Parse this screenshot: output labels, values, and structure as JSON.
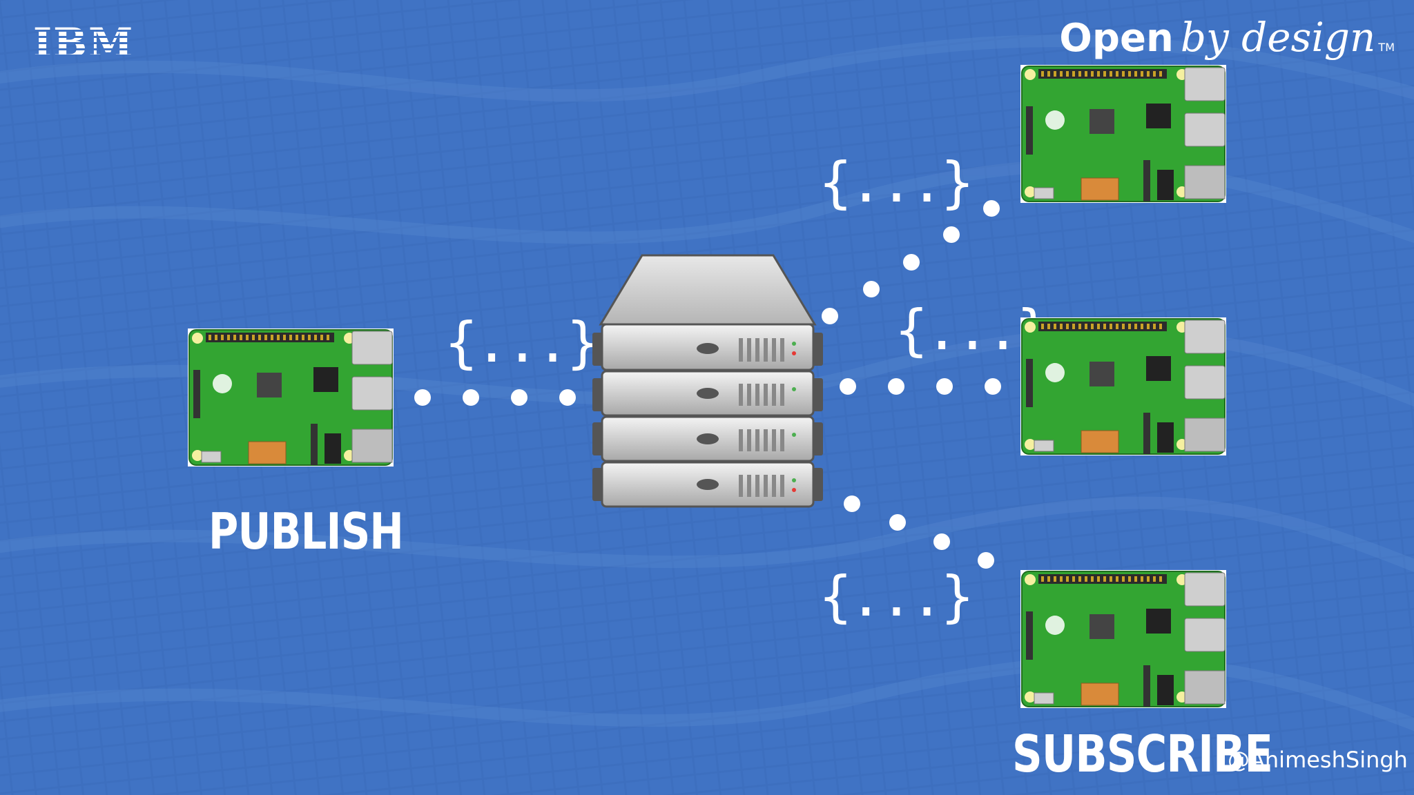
{
  "header": {
    "logo_text": "IBM",
    "brand_strong": "Open",
    "brand_italic": "by design",
    "brand_tm": "TM"
  },
  "labels": {
    "publish": "PUBLISH",
    "subscribe": "SUBSCRIBE",
    "handle": "@AnimeshSingh"
  },
  "message_symbol": "{...}",
  "colors": {
    "background": "#3d6fbf",
    "board_green": "#33a532",
    "server_gray": "#b9b9b9",
    "text": "#ffffff"
  },
  "icons": {
    "publisher": "raspberry-pi-board-icon",
    "broker": "server-rack-icon",
    "subscribers": [
      "raspberry-pi-board-icon",
      "raspberry-pi-board-icon",
      "raspberry-pi-board-icon"
    ]
  }
}
